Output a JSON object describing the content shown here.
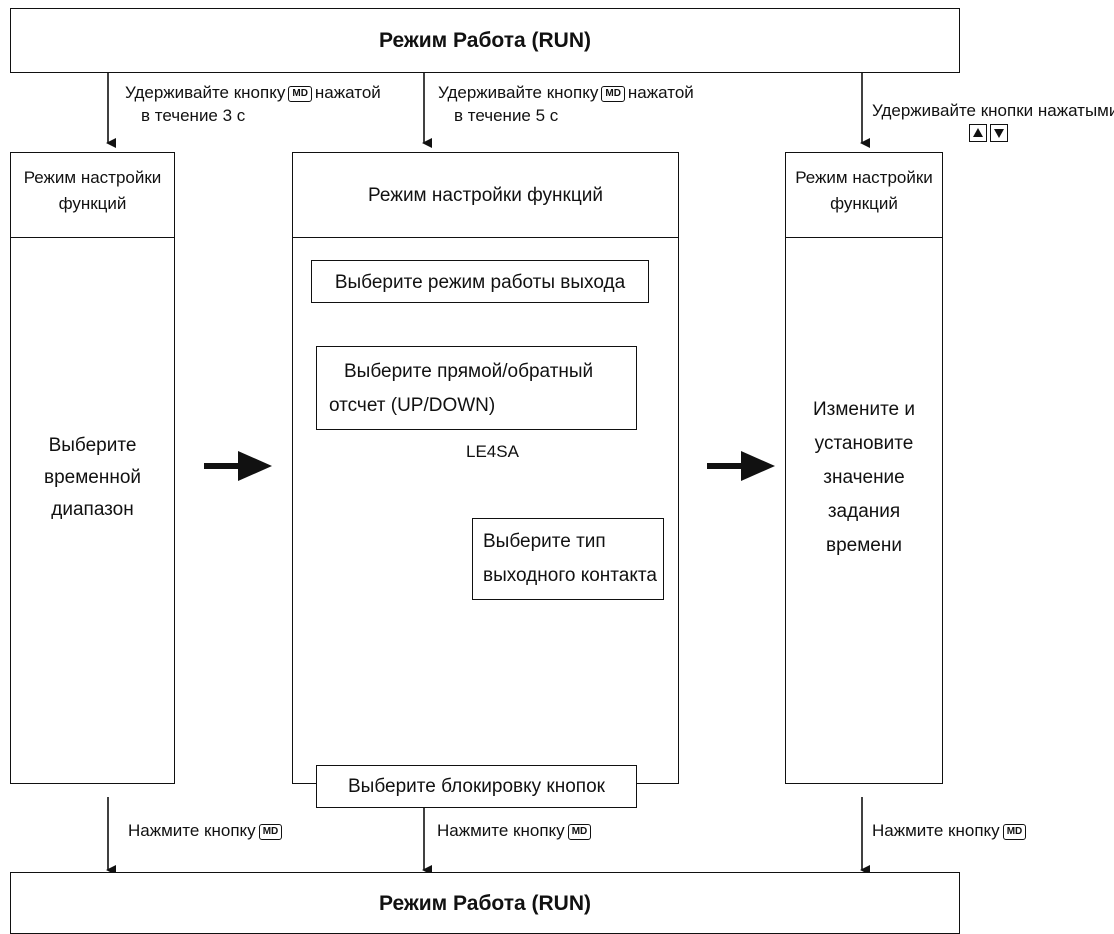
{
  "run_mode_top": "Режим Работа (RUN)",
  "run_mode_bottom": "Режим Работа (RUN)",
  "hold_3s": {
    "line1": "Удерживайте кнопку",
    "key": "MD",
    "line1_tail": "нажатой",
    "line2": "в течение 3 с"
  },
  "hold_5s": {
    "line1": "Удерживайте кнопку",
    "key": "MD",
    "line1_tail": "нажатой",
    "line2": "в течение 5 с"
  },
  "hold_arrows": {
    "line1": "Удерживайте кнопки нажатыми",
    "keys": [
      "up-arrow-key",
      "down-arrow-key"
    ]
  },
  "left_panel": {
    "header": [
      "Режим настройки",
      "функций"
    ],
    "body": [
      "Выберите",
      "временной",
      "диапазон"
    ]
  },
  "middle_panel": {
    "header": "Режим настройки функций",
    "step1": "Выберите режим работы выхода",
    "step2": [
      "Выберите прямой/обратный",
      "отсчет (UP/DOWN)"
    ],
    "branch_label": "LE4SA",
    "step3": [
      "Выберите тип",
      "выходного контакта"
    ],
    "step4": "Выберите блокировку кнопок"
  },
  "right_panel": {
    "header": [
      "Режим настройки",
      "функций"
    ],
    "body": [
      "Измените и",
      "установите",
      "значение",
      "задания",
      "времени"
    ]
  },
  "press_md": {
    "label": "Нажмите кнопку",
    "key": "MD"
  },
  "colors": {
    "line": "#111111",
    "background": "#ffffff"
  }
}
